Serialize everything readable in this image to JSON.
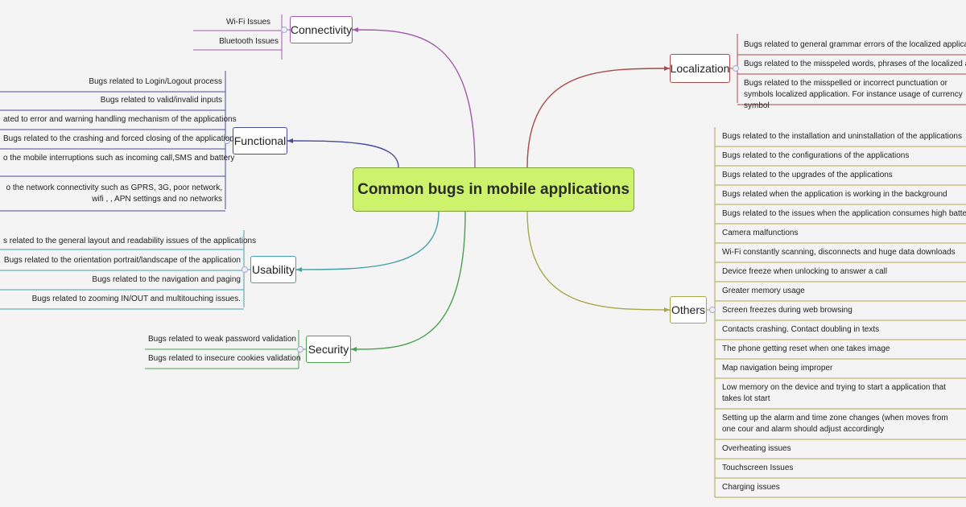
{
  "central_topic": "Common bugs in mobile applications",
  "branches": {
    "connectivity": {
      "label": "Connectivity",
      "color": "#a05aa8",
      "items": [
        "Wi-Fi Issues",
        "Bluetooth Issues"
      ]
    },
    "functional": {
      "label": "Functional",
      "color": "#4a4a9a",
      "items": [
        "Bugs related to Login/Logout process",
        "Bugs related to valid/invalid inputs",
        "ated to error and warning handling mechanism of the applications",
        "Bugs related to the crashing and forced closing of the application",
        "o the mobile interruptions such as incoming call,SMS and battery",
        "o the network connectivity such as GPRS, 3G, poor network, wifi , , APN settings and no networks"
      ]
    },
    "usability": {
      "label": "Usability",
      "color": "#46a0a8",
      "items": [
        "s related to the general layout and readability issues of the applications",
        "Bugs related to the orientation portrait/landscape of the application",
        "Bugs related to the navigation and paging",
        "Bugs related to zooming IN/OUT and multitouching issues."
      ]
    },
    "security": {
      "label": "Security",
      "color": "#4aa050",
      "items": [
        "Bugs related to weak password validation",
        "Bugs related to insecure cookies validation"
      ]
    },
    "localization": {
      "label": "Localization",
      "color": "#a84a4a",
      "items": [
        "Bugs related to general grammar errors of the localized applicatio",
        "Bugs related to the misspeled words, phrases of the localized appli",
        "Bugs related to the misspelled or incorrect punctuation or symbols localized application. For instance usage of currency symbol"
      ]
    },
    "others": {
      "label": "Others",
      "color": "#a8a84a",
      "items": [
        "Bugs related to the installation and uninstallation of the applications",
        "Bugs related to the configurations of the applications",
        "Bugs related to the upgrades of the applications",
        "Bugs related when the application is working in the background",
        "Bugs related to the  issues when the application consumes high battery a",
        "Camera malfunctions",
        "Wi-Fi constantly scanning, disconnects and huge data downloads",
        "Device freeze when unlocking to answer a call",
        "Greater memory usage",
        "Screen freezes during web browsing",
        "Contacts crashing. Contact doubling in texts",
        "The phone getting reset when one takes image",
        "Map navigation being improper",
        "Low memory on the device and trying to start a application that takes lot start",
        "Setting up the alarm and time zone changes (when moves from one cour and alarm should adjust accordingly",
        "Overheating issues",
        "Touchscreen Issues",
        "Charging issues"
      ]
    }
  }
}
